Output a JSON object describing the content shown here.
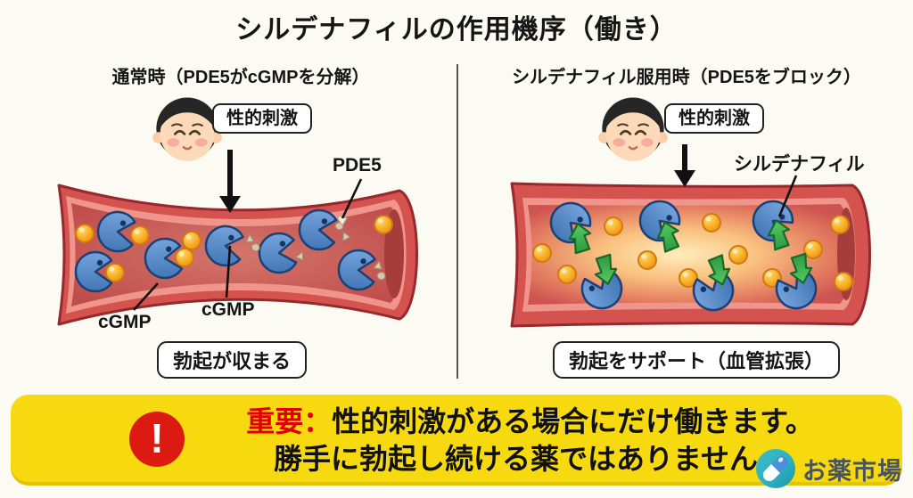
{
  "title": "シルデナフィルの作用機序（働き）",
  "left_panel": {
    "heading": "通常時（PDE5がcGMPを分解）",
    "stimulus": "性的刺激",
    "pde5_label": "PDE5",
    "cgmp_label_1": "cGMP",
    "cgmp_label_2": "cGMP",
    "result": "勃起が収まる"
  },
  "right_panel": {
    "heading": "シルデナフィル服用時（PDE5をブロック）",
    "stimulus": "性的刺激",
    "sildenafil_label": "シルデナフィル",
    "result": "勃起をサポート（血管拡張）"
  },
  "notice": {
    "important": "重要：",
    "line1": "性的刺激がある場合にだけ働きます。",
    "line2": "勝手に勃起し続ける薬ではありません。",
    "icon": "exclamation-alert-icon",
    "icon_glyph": "!"
  },
  "logo": {
    "name": "お薬市場",
    "icon": "capsule-pill-icon"
  },
  "icons": {
    "pde5_enzyme": "blue-pacman-enzyme-icon",
    "cgmp_molecule": "orange-ball-icon",
    "sildenafil_molecule": "green-block-arrow-icon",
    "person": "happy-face-icon"
  },
  "colors": {
    "background": "#FBFBF4",
    "banner_yellow": "#F6D90F",
    "alert_red": "#DC1A12",
    "accent_red": "#E00000",
    "vessel_red": "#D5534F",
    "enzyme_blue": "#5187C8",
    "cgmp_orange": "#F6A01B",
    "sildenafil_green": "#3FAE4E",
    "logo_teal": "#2CAFBF"
  }
}
